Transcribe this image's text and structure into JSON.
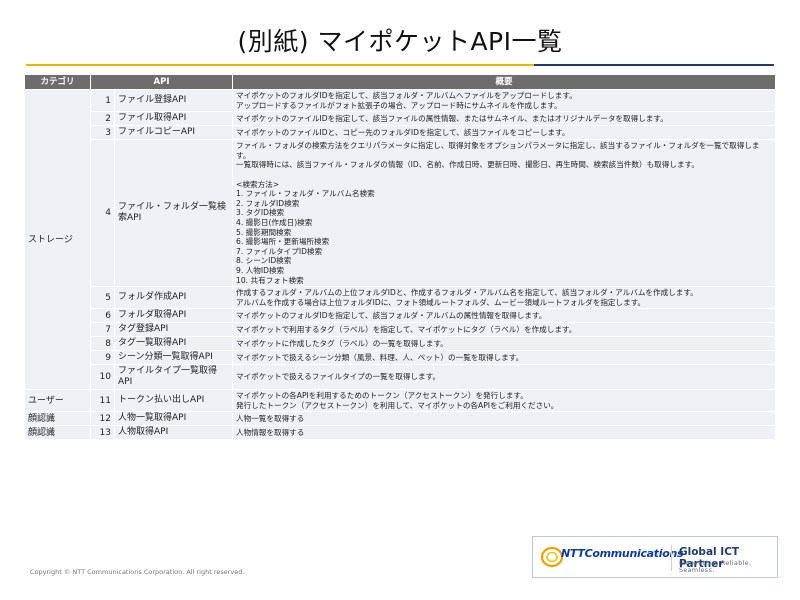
{
  "title": "(別紙) マイポケットAPI一覧",
  "table": {
    "headers": {
      "category": "カテゴリ",
      "api": "API",
      "summary": "概要"
    },
    "rows": [
      {
        "category": "ストレージ",
        "rowspan": 10,
        "num": "1",
        "name": "ファイル登録API",
        "desc": "マイポケットのフォルダIDを指定して、該当フォルダ・アルバムへファイルをアップロードします。\nアップロードするファイルがフォト拡張子の場合、アップロード時にサムネイルを作成します。"
      },
      {
        "num": "2",
        "name": "ファイル取得API",
        "desc": "マイポケットのファイルIDを指定して、該当ファイルの属性情報、またはサムネイル、またはオリジナルデータを取得します。"
      },
      {
        "num": "3",
        "name": "ファイルコピーAPI",
        "desc": "マイポケットのファイルIDと、コピー先のフォルダIDを指定して、該当ファイルをコピーします。"
      },
      {
        "num": "4",
        "name": "ファイル・フォルダ一覧検索API",
        "desc": "ファイル・フォルダの検索方法をクエリパラメータに指定し、取得対象をオプションパラメータに指定し、該当するファイル・フォルダを一覧で取得します。\n一覧取得時には、該当ファイル・フォルダの情報（ID、名前、作成日時、更新日時、撮影日、再生時間、検索該当件数）も取得します。\n\n<検索方法>\n 1. ファイル・フォルダ・アルバム名検索\n 2. フォルダID検索\n 3. タグID検索\n 4. 撮影日(作成日)検索\n 5. 撮影期間検索\n 6. 撮影場所・更新場所検索\n 7. ファイルタイプID検索\n 8. シーンID検索\n 9. 人物ID検索\n 10. 共有フォト検索"
      },
      {
        "num": "5",
        "name": "フォルダ作成API",
        "desc": "作成するフォルダ・アルバムの上位フォルダIDと、作成するフォルダ・アルバム名を指定して、該当フォルダ・アルバムを作成します。\nアルバムを作成する場合は上位フォルダIDに、フォト領域ルートフォルダ、ムービー領域ルートフォルダを指定します。"
      },
      {
        "num": "6",
        "name": "フォルダ取得API",
        "desc": "マイポケットのフォルダIDを指定して、該当フォルダ・アルバムの属性情報を取得します。"
      },
      {
        "num": "7",
        "name": "タグ登録API",
        "desc": "マイポケットで利用するタグ（ラベル）を指定して、マイポケットにタグ（ラベル）を作成します。"
      },
      {
        "num": "8",
        "name": "タグ一覧取得API",
        "desc": "マイポケットに作成したタグ（ラベル）の一覧を取得します。"
      },
      {
        "num": "9",
        "name": "シーン分類一覧取得API",
        "desc": "マイポケットで扱えるシーン分類（風景、料理、人、ペット）の一覧を取得します。"
      },
      {
        "num": "10",
        "name": "ファイルタイプ一覧取得API",
        "desc": "マイポケットで扱えるファイルタイプの一覧を取得します。"
      },
      {
        "category": "ユーザー",
        "rowspan": 1,
        "num": "11",
        "name": "トークン払い出しAPI",
        "desc": "マイポケットの各APIを利用するためのトークン（アクセストークン）を発行します。\n発行したトークン（アクセストークン）を利用して、マイポケットの各APIをご利用ください。"
      },
      {
        "category": "顔認識",
        "rowspan": 1,
        "num": "12",
        "name": "人物一覧取得API",
        "desc": "人物一覧を取得する"
      },
      {
        "category": "顔認識",
        "rowspan": 1,
        "num": "13",
        "name": "人物取得API",
        "desc": "人物情報を取得する"
      }
    ]
  },
  "logo": {
    "company": "NTTCommunications",
    "tagline_title": "Global ICT Partner",
    "tagline_sub": "Innovative. Reliable. Seamless."
  },
  "copyright": "Copyright © NTT Communications Corporation. All right reserved.",
  "colors": {
    "header_bg": "#6d6d6d",
    "cell_bg": "#eef0f4",
    "gold_rule": "#e8b800",
    "navy_rule": "#1f3a6e",
    "brand_blue": "#0b3aa8"
  }
}
